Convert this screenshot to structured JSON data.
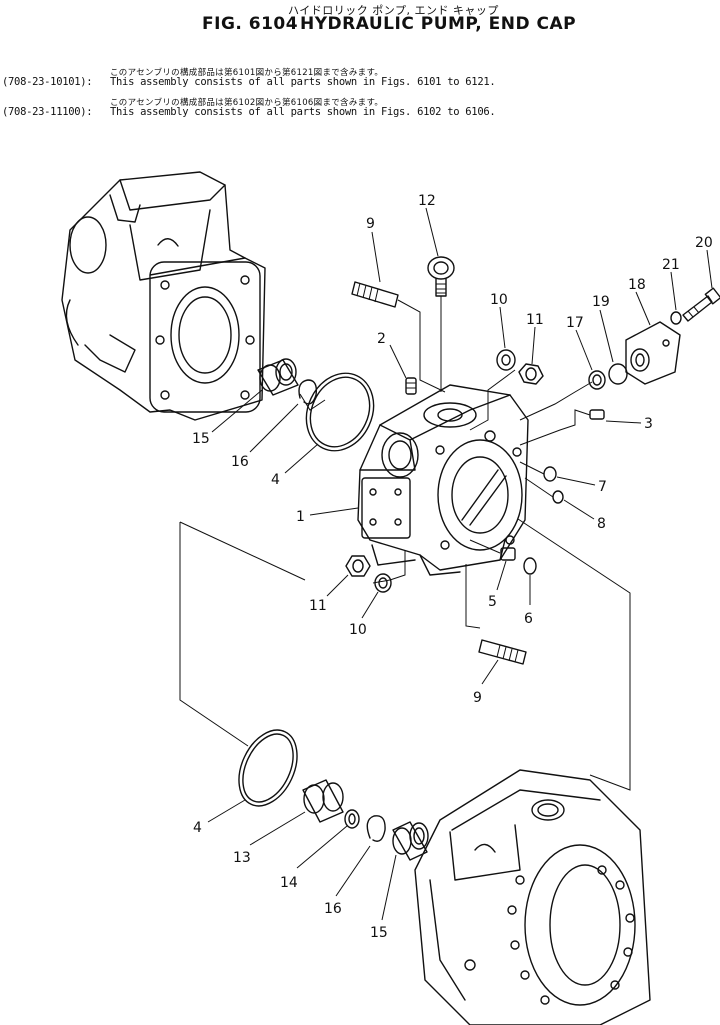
{
  "header": {
    "title_jp": "ハイドロリック ポンプ, エンド キャップ",
    "fig_label": "FIG. 6104",
    "title_en": "HYDRAULIC PUMP, END CAP"
  },
  "notes": [
    {
      "jp": "このアセンブリの構成部品は第6101図から第6121図まで含みます。",
      "code": "(708-23-10101):",
      "text": "This assembly consists of all parts shown in Figs. 6101 to 6121."
    },
    {
      "jp": "このアセンブリの構成部品は第6102図から第6106図まで含みます。",
      "code": "(708-23-11100):",
      "text": "This assembly consists of all parts shown in Figs. 6102 to 6106."
    }
  ],
  "callouts": [
    {
      "id": "c12",
      "label": "12"
    },
    {
      "id": "c9a",
      "label": "9"
    },
    {
      "id": "c20",
      "label": "20"
    },
    {
      "id": "c21",
      "label": "21"
    },
    {
      "id": "c18",
      "label": "18"
    },
    {
      "id": "c10a",
      "label": "10"
    },
    {
      "id": "c11a",
      "label": "11"
    },
    {
      "id": "c19",
      "label": "19"
    },
    {
      "id": "c17",
      "label": "17"
    },
    {
      "id": "c2",
      "label": "2"
    },
    {
      "id": "c3",
      "label": "3"
    },
    {
      "id": "c15a",
      "label": "15"
    },
    {
      "id": "c16a",
      "label": "16"
    },
    {
      "id": "c4a",
      "label": "4"
    },
    {
      "id": "c7",
      "label": "7"
    },
    {
      "id": "c8",
      "label": "8"
    },
    {
      "id": "c1",
      "label": "1"
    },
    {
      "id": "c5",
      "label": "5"
    },
    {
      "id": "c6",
      "label": "6"
    },
    {
      "id": "c11b",
      "label": "11"
    },
    {
      "id": "c10b",
      "label": "10"
    },
    {
      "id": "c9b",
      "label": "9"
    },
    {
      "id": "c4b",
      "label": "4"
    },
    {
      "id": "c13",
      "label": "13"
    },
    {
      "id": "c14",
      "label": "14"
    },
    {
      "id": "c16b",
      "label": "16"
    },
    {
      "id": "c15b",
      "label": "15"
    }
  ]
}
